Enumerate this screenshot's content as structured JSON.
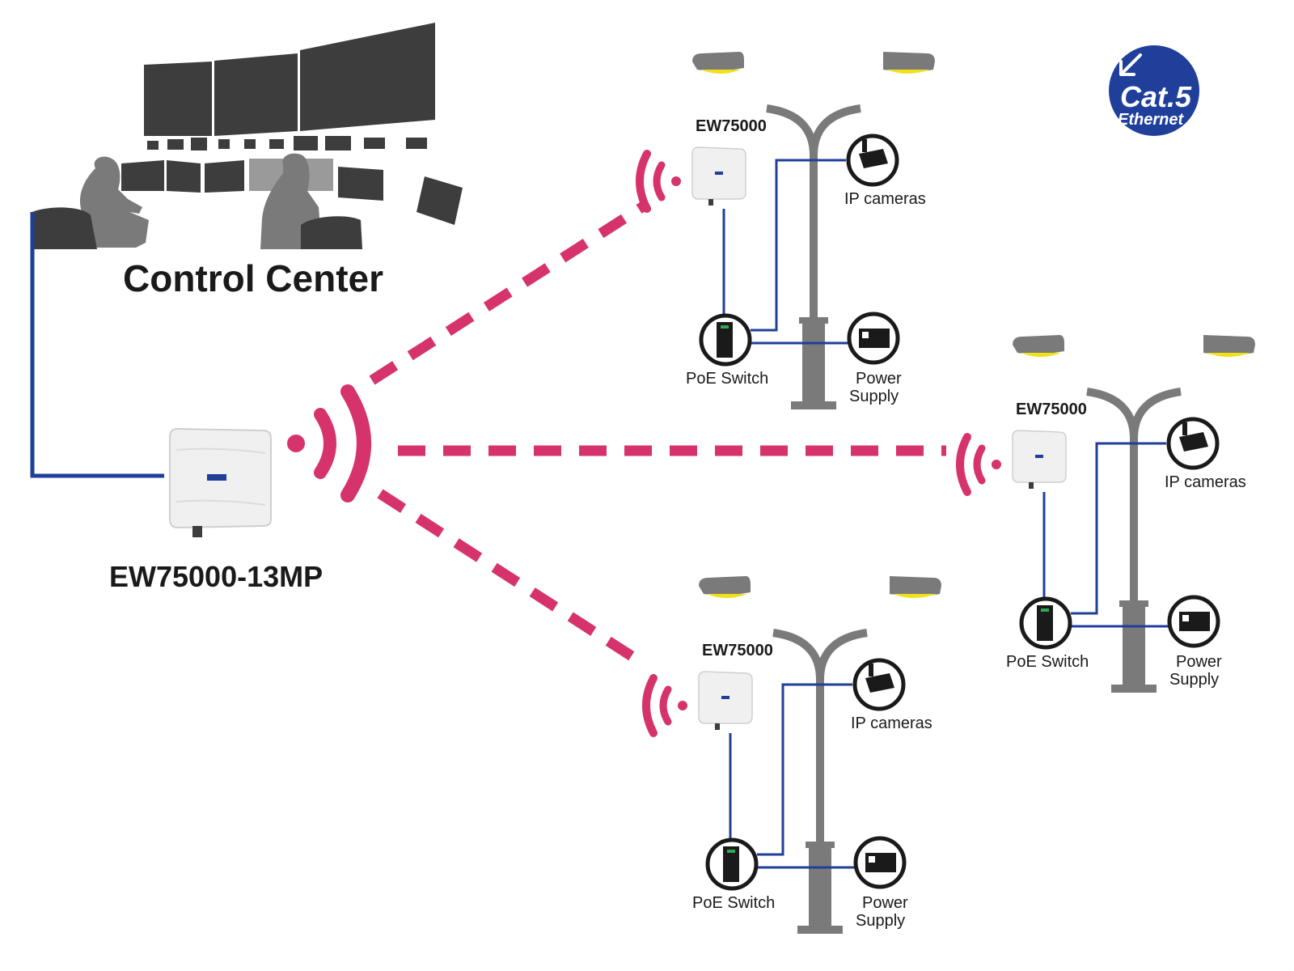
{
  "control_center": {
    "label": "Control Center"
  },
  "main_device": {
    "label": "EW75000-13MP"
  },
  "badge": {
    "line1": "Cat.5",
    "line2": "Ethernet",
    "color": "#1f3f9a"
  },
  "colors": {
    "wireless": "#d6336c",
    "cable": "#1f3f9a",
    "pole": "#7a7a7a",
    "lamp": "#f2e01b",
    "dark": "#3d3d3d"
  },
  "sites": [
    {
      "device_label": "EW75000",
      "camera_label": "IP cameras",
      "switch_label": "PoE Switch",
      "power_label_1": "Power",
      "power_label_2": "Supply"
    },
    {
      "device_label": "EW75000",
      "camera_label": "IP cameras",
      "switch_label": "PoE Switch",
      "power_label_1": "Power",
      "power_label_2": "Supply"
    },
    {
      "device_label": "EW75000",
      "camera_label": "IP cameras",
      "switch_label": "PoE Switch",
      "power_label_1": "Power",
      "power_label_2": "Supply"
    }
  ]
}
